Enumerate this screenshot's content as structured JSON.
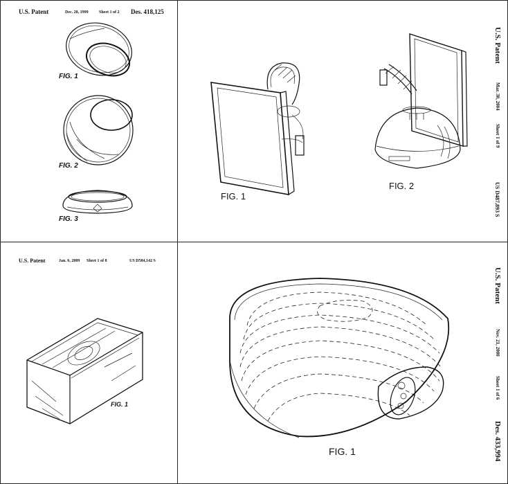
{
  "patents": [
    {
      "header_left": "U.S. Patent",
      "date": "Dec. 28, 1999",
      "sheet": "Sheet 1 of 2",
      "number": "Des. 418,125",
      "figures": [
        "FIG. 1",
        "FIG. 2",
        "FIG. 3"
      ]
    },
    {
      "header_left": "U.S. Patent",
      "date": "Mar. 30, 2004",
      "sheet": "Sheet 1 of 9",
      "number": "US D487,893 S",
      "figures": [
        "FIG. 1",
        "FIG. 2"
      ]
    },
    {
      "header_left": "U.S. Patent",
      "date": "Jan. 6, 2009",
      "sheet": "Sheet 1 of 8",
      "number": "US D584,142 S",
      "figures": [
        "FIG. 1"
      ]
    },
    {
      "header_left": "U.S. Patent",
      "date": "Nov. 21, 2000",
      "sheet": "Sheet 1 of 6",
      "number": "Des. 433,994",
      "figures": [
        "FIG. 1"
      ]
    }
  ]
}
